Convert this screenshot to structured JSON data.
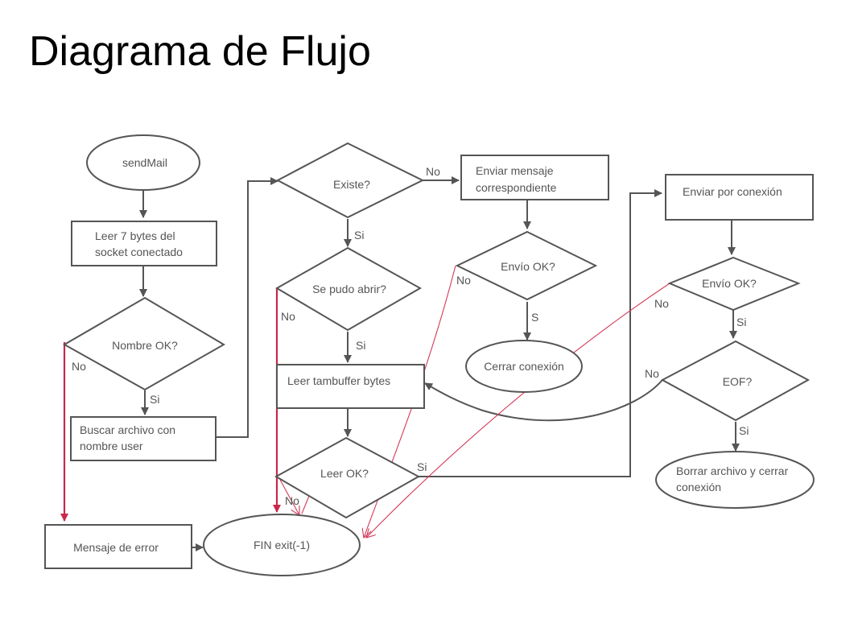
{
  "slide": {
    "title": "Diagrama de Flujo"
  },
  "nodes": {
    "send_mail": "sendMail",
    "leer_7_l1": "Leer 7 bytes del",
    "leer_7_l2": "socket conectado",
    "nombre_ok": "Nombre OK?",
    "buscar_l1": "Buscar archivo con",
    "buscar_l2": "nombre user",
    "mensaje_error": "Mensaje de error",
    "fin": "FIN exit(-1)",
    "existe": "Existe?",
    "enviar_msg_l1": "Enviar mensaje",
    "enviar_msg_l2": "correspondiente",
    "envio_ok_1": "Envío OK?",
    "cerrar_conexion": "Cerrar conexión",
    "se_pudo_abrir": "Se pudo abrir?",
    "leer_tambuffer": "Leer tambuffer bytes",
    "leer_ok": "Leer OK?",
    "enviar_conexion": "Enviar por conexión",
    "envio_ok_2": "Envío OK?",
    "eof": "EOF?",
    "borrar_l1": "Borrar archivo y cerrar",
    "borrar_l2": "conexión"
  },
  "edge_labels": {
    "nombre_no": "No",
    "nombre_si": "Si",
    "existe_no": "No",
    "existe_si": "Si",
    "abrir_no": "No",
    "abrir_si": "Si",
    "envio1_no": "No",
    "envio1_si": "S",
    "leer_si": "Si",
    "leer_no": "No",
    "envio2_no": "No",
    "envio2_si": "Si",
    "eof_no": "No",
    "eof_si": "Si"
  },
  "colors": {
    "line": "#555555",
    "error_path": "#c8284a"
  }
}
